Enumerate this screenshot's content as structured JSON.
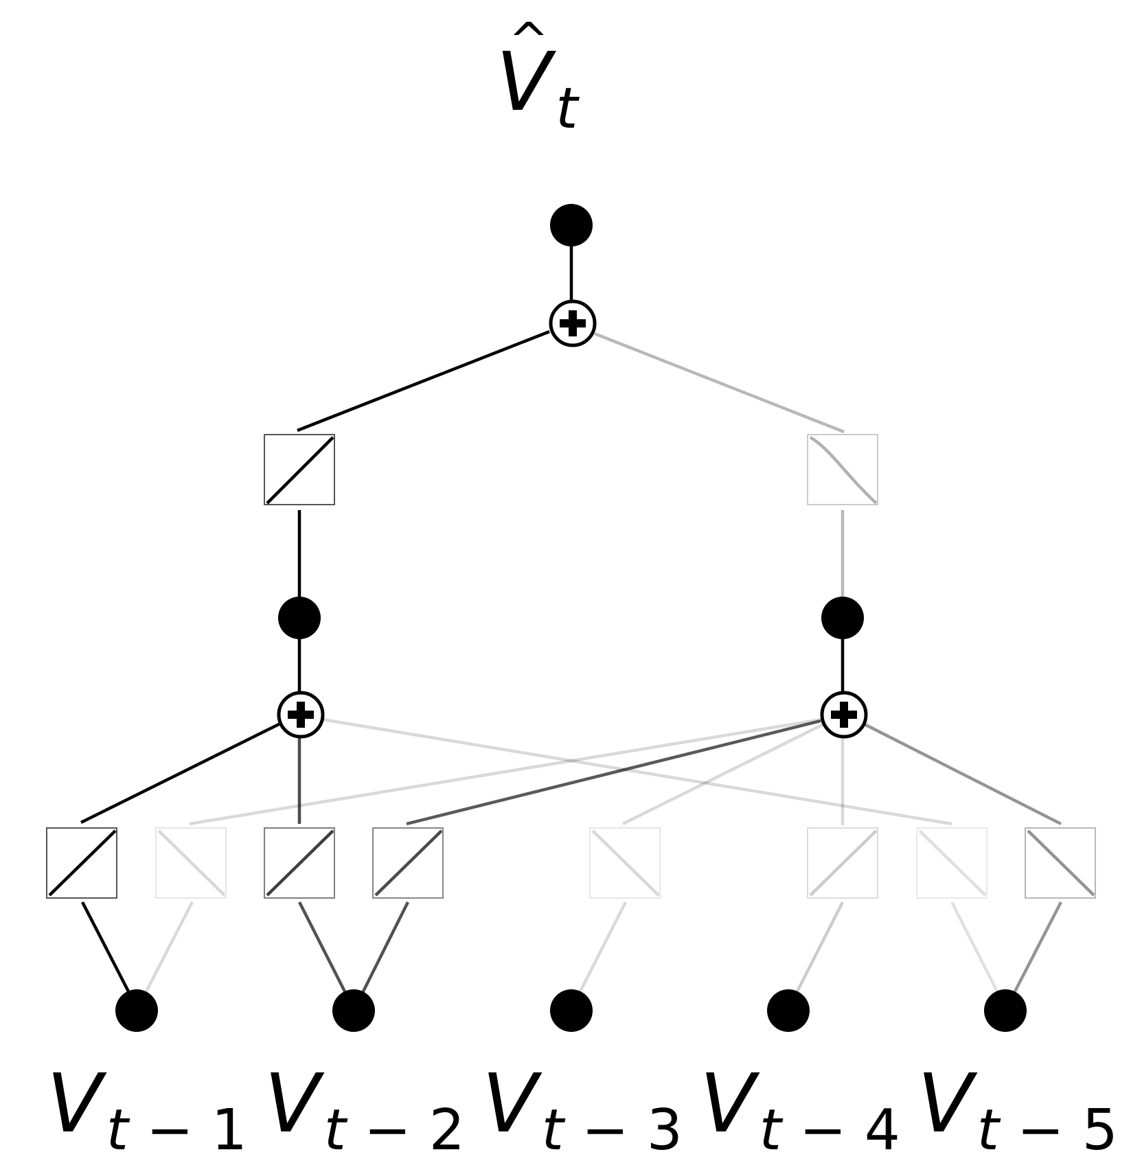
{
  "output_label": {
    "base": "V",
    "hat": "^",
    "sub": "t"
  },
  "inputs": [
    {
      "base": "V",
      "sub_var": "t",
      "sub_rest": " − 1"
    },
    {
      "base": "V",
      "sub_var": "t",
      "sub_rest": " − 2"
    },
    {
      "base": "V",
      "sub_var": "t",
      "sub_rest": " − 3"
    },
    {
      "base": "V",
      "sub_var": "t",
      "sub_rest": " − 4"
    },
    {
      "base": "V",
      "sub_var": "t",
      "sub_rest": " − 5"
    }
  ],
  "node_color": "#000000",
  "box_border_color": "#555555",
  "sum_symbol": "+",
  "edge_opacity_levels": {
    "strong": 1.0,
    "medium": 0.65,
    "weak": 0.3,
    "faint": 0.15
  }
}
